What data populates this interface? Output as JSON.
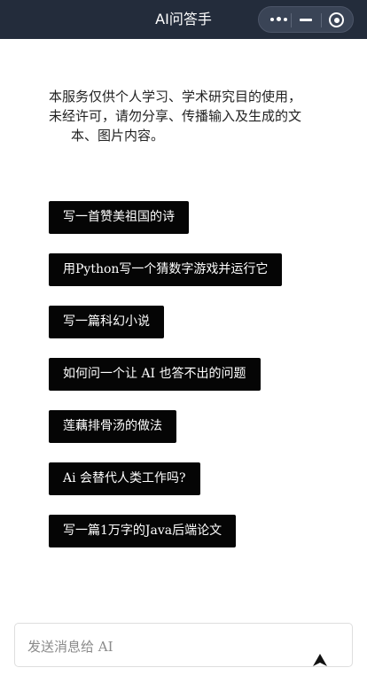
{
  "header": {
    "title": "AI问答手",
    "capsule_icons": [
      "more-dots-icon",
      "minimize-icon",
      "close-target-icon"
    ]
  },
  "notice": {
    "line1": "本服务仅供个人学习、学术研究目的使用，",
    "line2": "未经许可，请勿分享、传播输入及生成的文",
    "line3": "本、图片内容。"
  },
  "suggestions": [
    "写一首赞美祖国的诗",
    "用Python写一个猜数字游戏并运行它",
    "写一篇科幻小说",
    "如何问一个让 AI 也答不出的问题",
    "莲藕排骨汤的做法",
    "Ai 会替代人类工作吗?",
    "写一篇1万字的Java后端论文"
  ],
  "input": {
    "placeholder": "发送消息给 AI",
    "value": "",
    "send_icon": "send-arrow-icon"
  },
  "colors": {
    "header_bg": "#232c3b",
    "chip_bg": "#050505",
    "chip_text": "#ffffff"
  }
}
